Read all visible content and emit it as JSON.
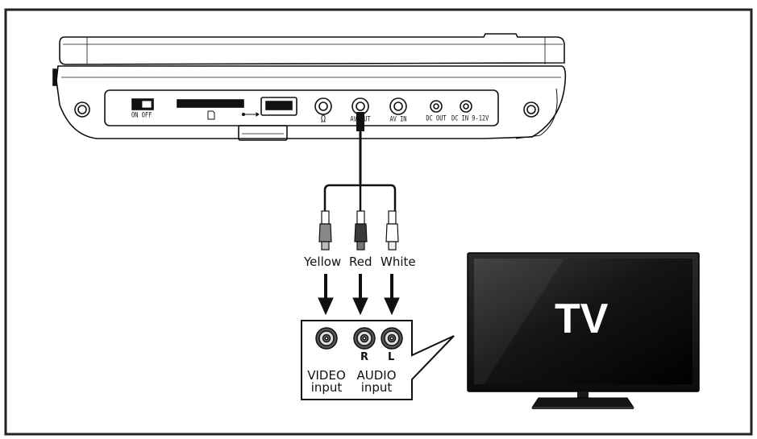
{
  "device": {
    "switch_label": "ON  OFF",
    "port_labels": {
      "headphone": "Ω",
      "av_out": "AV OUT",
      "av_in": "AV IN",
      "dc_out": "DC OUT",
      "dc_in": "DC IN 9-12V"
    }
  },
  "cable": {
    "plugs": [
      {
        "label": "Yellow",
        "color": "#8c8c8c"
      },
      {
        "label": "Red",
        "color": "#3a3a3a"
      },
      {
        "label": "White",
        "color": "#ffffff"
      }
    ]
  },
  "tv_panel": {
    "channels": {
      "right": "R",
      "left": "L"
    },
    "video_label_line1": "VIDEO",
    "video_label_line2": "input",
    "audio_label_line1": "AUDIO",
    "audio_label_line2": "input"
  },
  "tv": {
    "label": "TV"
  }
}
